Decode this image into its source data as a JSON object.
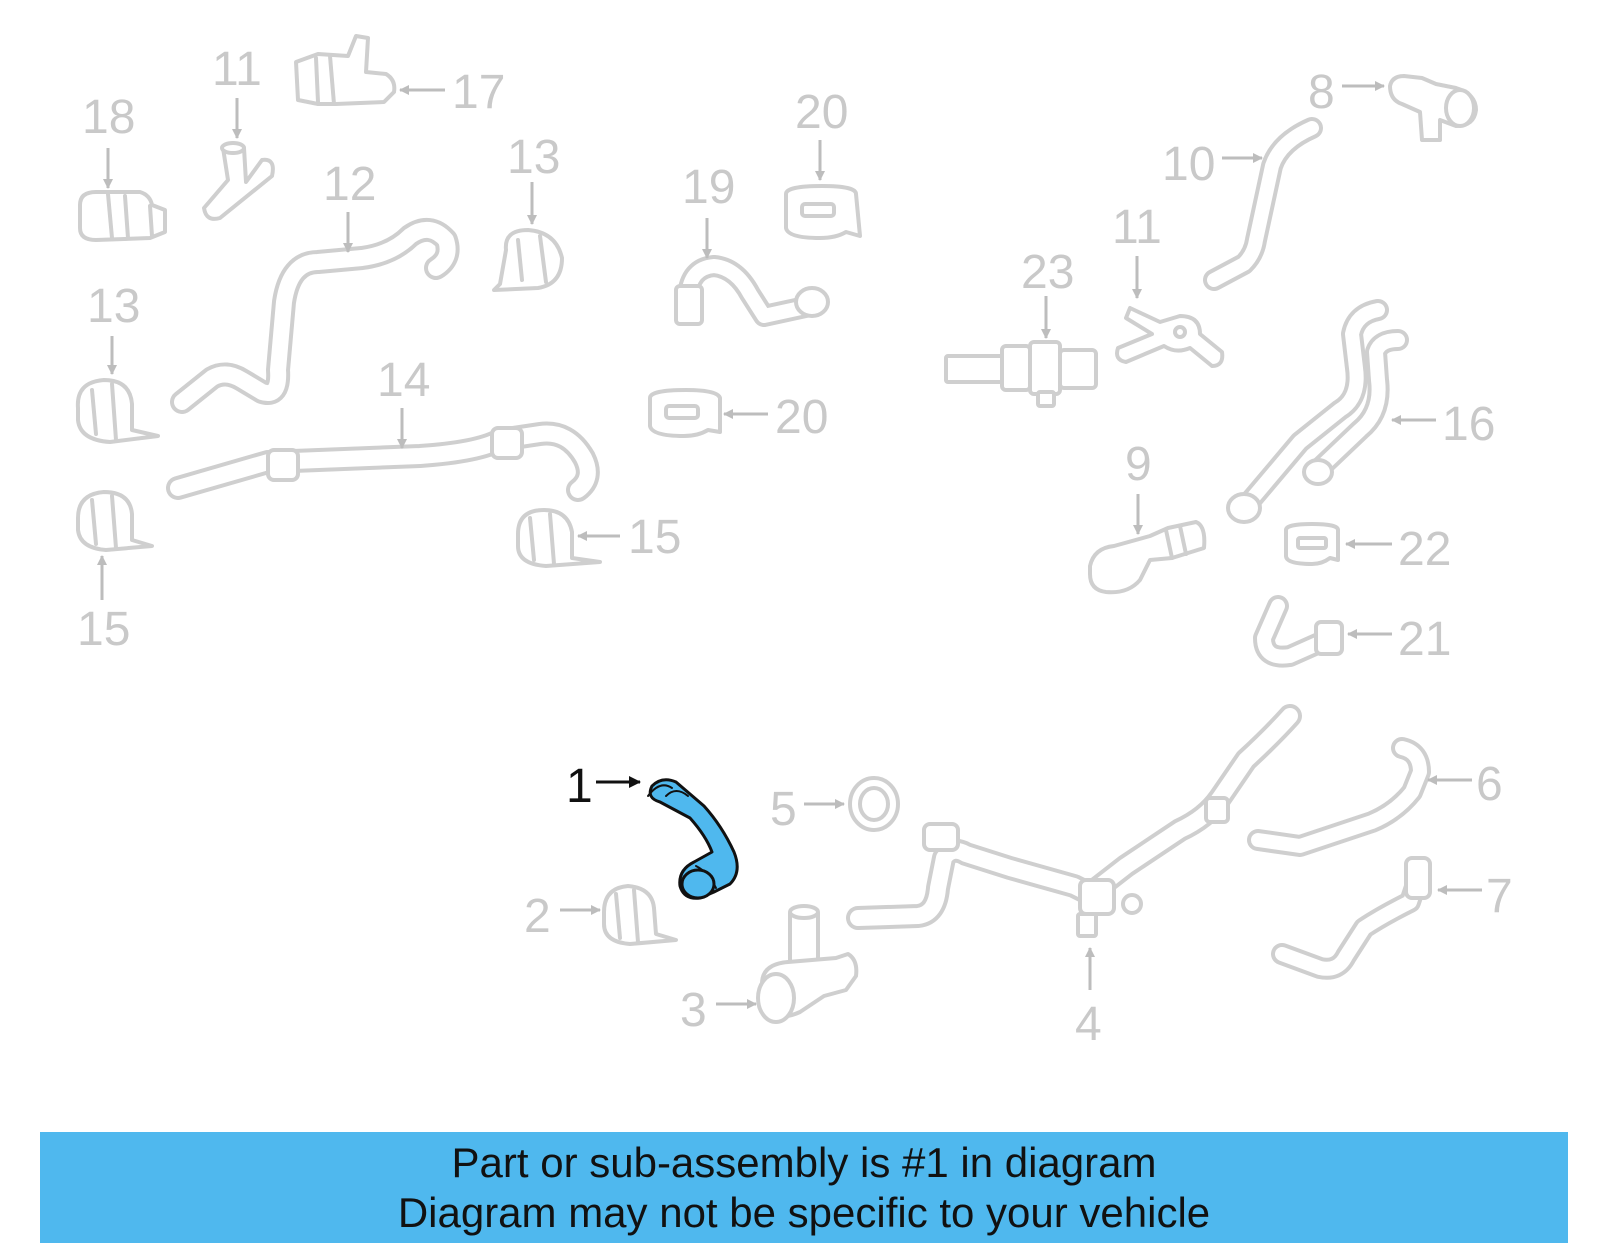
{
  "diagram": {
    "highlight_color": "#4fb8ee",
    "parts_color": "#cfcfcf",
    "highlighted_part": "1",
    "callouts": {
      "c1": "1",
      "c2": "2",
      "c3": "3",
      "c4": "4",
      "c5": "5",
      "c6": "6",
      "c7": "7",
      "c8": "8",
      "c9": "9",
      "c10": "10",
      "c11a": "11",
      "c11b": "11",
      "c12": "12",
      "c13a": "13",
      "c13b": "13",
      "c14": "14",
      "c15a": "15",
      "c15b": "15",
      "c16": "16",
      "c17": "17",
      "c18": "18",
      "c19": "19",
      "c20a": "20",
      "c20b": "20",
      "c21": "21",
      "c22": "22",
      "c23": "23"
    }
  },
  "banner": {
    "background": "#4fb8ee",
    "line1": "Part or sub-assembly is #1 in diagram",
    "line2": "Diagram may not be specific to your vehicle"
  }
}
